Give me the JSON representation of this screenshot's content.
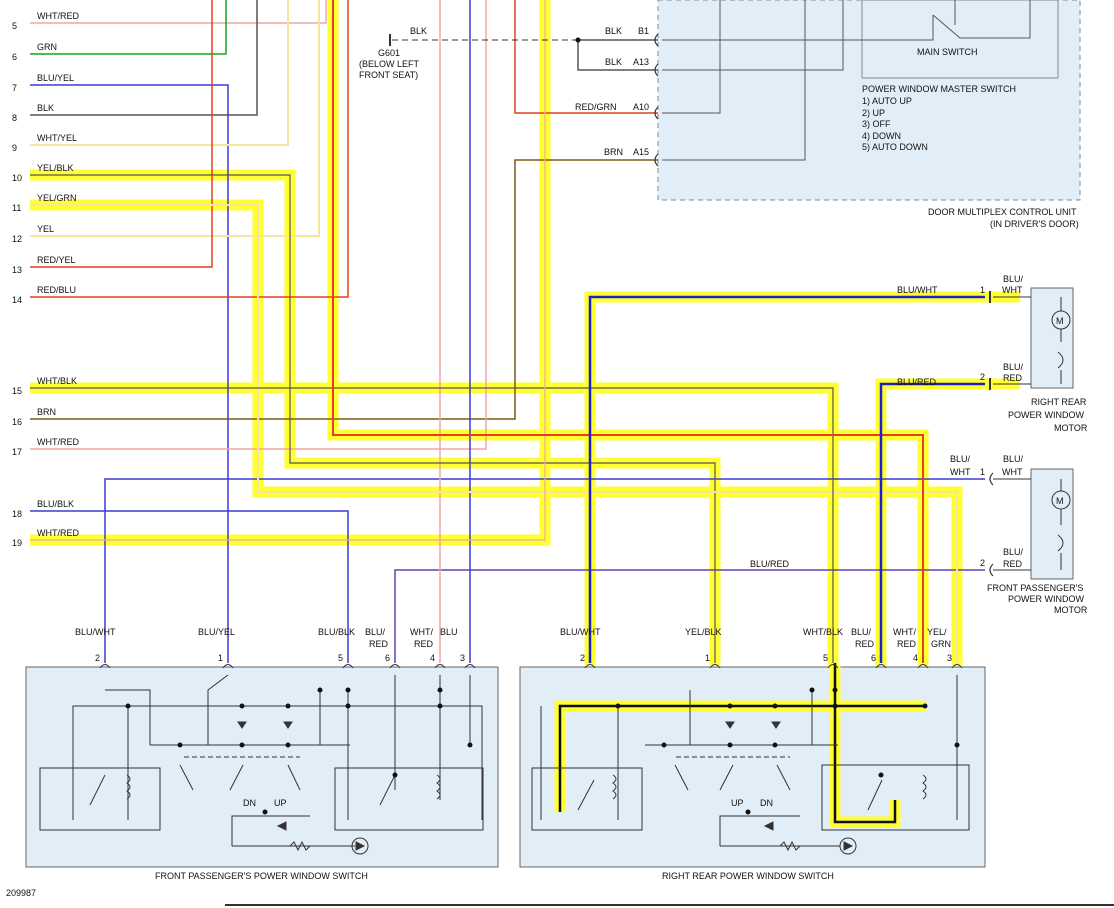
{
  "colors": {
    "highlight": "#ffff33",
    "box_fill": "#e2eef7",
    "yellow_wire": "#f6e79a",
    "red": "#e0401c",
    "pink": "#f3a5a5",
    "green": "#1aa31a",
    "blue": "#3b3bd6",
    "black": "#333333",
    "brown": "#7a5a1a",
    "purple": "#6a3fb0"
  },
  "left_rows": [
    {
      "num": "5",
      "wire": "WHT/RED"
    },
    {
      "num": "6",
      "wire": "GRN"
    },
    {
      "num": "7",
      "wire": "BLU/YEL"
    },
    {
      "num": "8",
      "wire": "BLK"
    },
    {
      "num": "9",
      "wire": "WHT/YEL"
    },
    {
      "num": "10",
      "wire": "YEL/BLK"
    },
    {
      "num": "11",
      "wire": "YEL/GRN"
    },
    {
      "num": "12",
      "wire": "YEL"
    },
    {
      "num": "13",
      "wire": "RED/YEL"
    },
    {
      "num": "14",
      "wire": "RED/BLU"
    },
    {
      "num": "15",
      "wire": "WHT/BLK"
    },
    {
      "num": "16",
      "wire": "BRN"
    },
    {
      "num": "17",
      "wire": "WHT/RED"
    },
    {
      "num": "18",
      "wire": "BLU/BLK"
    },
    {
      "num": "19",
      "wire": "WHT/RED"
    }
  ],
  "ground": {
    "wire": "BLK",
    "name": "G601",
    "loc1": "(BELOW LEFT",
    "loc2": "FRONT SEAT)"
  },
  "dmcu_pins": [
    {
      "wire": "BLK",
      "pin": "B1"
    },
    {
      "wire": "BLK",
      "pin": "A13"
    },
    {
      "wire": "RED/GRN",
      "pin": "A10"
    },
    {
      "wire": "BRN",
      "pin": "A15"
    }
  ],
  "main_switch_label": "MAIN SWITCH",
  "master_switch": {
    "title": "POWER WINDOW MASTER SWITCH",
    "modes": [
      "1) AUTO UP",
      "2) UP",
      "3) OFF",
      "4) DOWN",
      "5) AUTO DOWN"
    ]
  },
  "dmcu": {
    "line1": "DOOR MULTIPLEX CONTROL UNIT",
    "line2": "(IN DRIVER'S DOOR)"
  },
  "rr_motor": {
    "pin1": "1",
    "pin1_wire_a": "BLU/",
    "pin1_wire_b": "WHT",
    "line1_wire": "BLU/WHT",
    "pin2": "2",
    "pin2_wire_a": "BLU/",
    "pin2_wire_b": "RED",
    "line2_wire": "BLU/RED",
    "title1": "RIGHT REAR",
    "title2": "POWER WINDOW",
    "title3": "MOTOR",
    "m": "M"
  },
  "fp_motor": {
    "pin1": "1",
    "pin1_wire_a": "BLU/",
    "pin1_wire_b": "WHT",
    "left1_a": "BLU/",
    "left1_b": "WHT",
    "pin2": "2",
    "pin2_wire_a": "BLU/",
    "pin2_wire_b": "RED",
    "line2_wire": "BLU/RED",
    "title1": "FRONT PASSENGER'S",
    "title2": "POWER WINDOW",
    "title3": "MOTOR",
    "m": "M"
  },
  "fp_switch": {
    "title": "FRONT PASSENGER'S POWER WINDOW SWITCH",
    "pins": [
      {
        "pin": "2",
        "w1": "BLU/WHT",
        "w2": ""
      },
      {
        "pin": "1",
        "w1": "BLU/YEL",
        "w2": ""
      },
      {
        "pin": "5",
        "w1": "BLU/BLK",
        "w2": ""
      },
      {
        "pin": "6",
        "w1": "BLU/",
        "w2": "RED"
      },
      {
        "pin": "4",
        "w1": "WHT/",
        "w2": "RED"
      },
      {
        "pin": "3",
        "w1": "BLU",
        "w2": ""
      }
    ],
    "dn": "DN",
    "up": "UP"
  },
  "rr_switch": {
    "title": "RIGHT REAR POWER WINDOW SWITCH",
    "pins": [
      {
        "pin": "2",
        "w1": "BLU/WHT",
        "w2": ""
      },
      {
        "pin": "1",
        "w1": "YEL/BLK",
        "w2": ""
      },
      {
        "pin": "5",
        "w1": "WHT/BLK",
        "w2": ""
      },
      {
        "pin": "6",
        "w1": "BLU/",
        "w2": "RED"
      },
      {
        "pin": "4",
        "w1": "WHT/",
        "w2": "RED"
      },
      {
        "pin": "3",
        "w1": "YEL/",
        "w2": "GRN"
      }
    ],
    "up": "UP",
    "dn": "DN"
  },
  "figure_id": "209987"
}
